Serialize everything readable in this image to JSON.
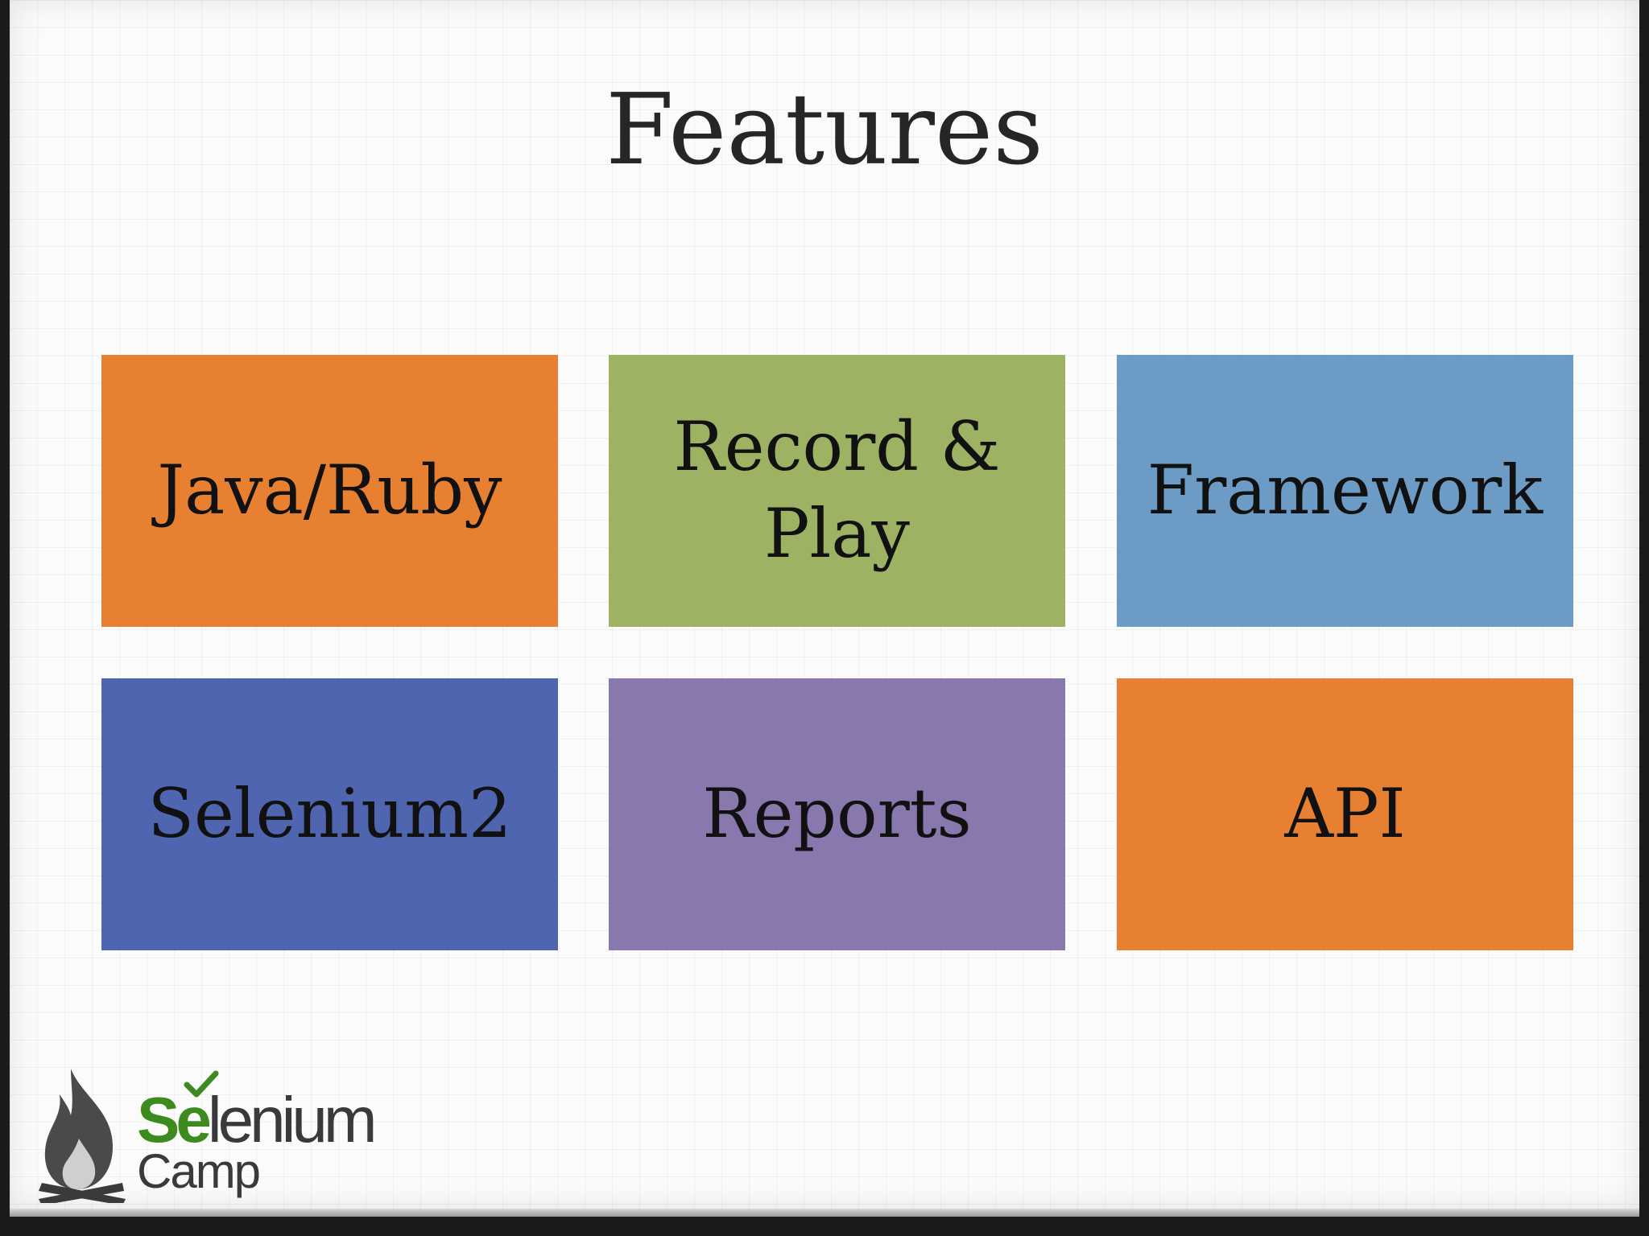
{
  "slide": {
    "title": "Features",
    "boxes": [
      {
        "label": "Java/Ruby",
        "color": "#e88031"
      },
      {
        "label": "Record &\nPlay",
        "color": "#9db262"
      },
      {
        "label": "Framework",
        "color": "#6c9cc6"
      },
      {
        "label": "Selenium2",
        "color": "#5065b0"
      },
      {
        "label": "Reports",
        "color": "#8878ad"
      },
      {
        "label": "API",
        "color": "#e88031"
      }
    ]
  },
  "logo": {
    "brand_prefix": "Se",
    "brand_rest": "lenium",
    "subtitle": "Camp",
    "icon": "campfire-icon",
    "check_icon": "checkmark-icon",
    "brand_color": "#3d8b1f"
  }
}
